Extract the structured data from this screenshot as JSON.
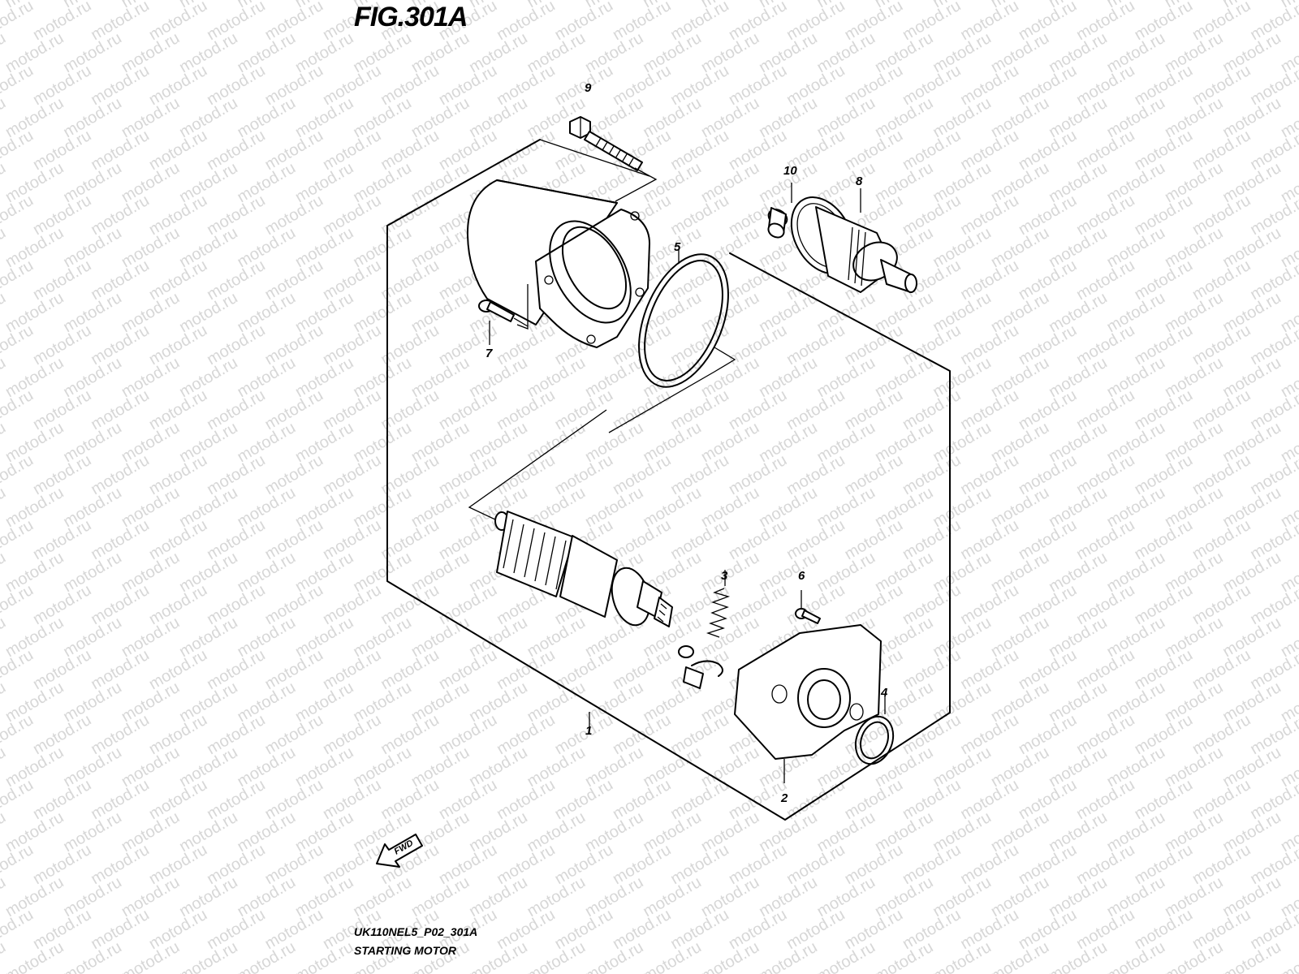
{
  "figure": {
    "title": "FIG.301A",
    "code": "UK110NEL5_P02_301A",
    "name": "STARTING MOTOR"
  },
  "watermark": {
    "text": "motod.ru"
  },
  "direction_label": "FWD",
  "callouts": [
    {
      "number": "1"
    },
    {
      "number": "2"
    },
    {
      "number": "3"
    },
    {
      "number": "4"
    },
    {
      "number": "5"
    },
    {
      "number": "6"
    },
    {
      "number": "7"
    },
    {
      "number": "8"
    },
    {
      "number": "9"
    },
    {
      "number": "10"
    }
  ]
}
